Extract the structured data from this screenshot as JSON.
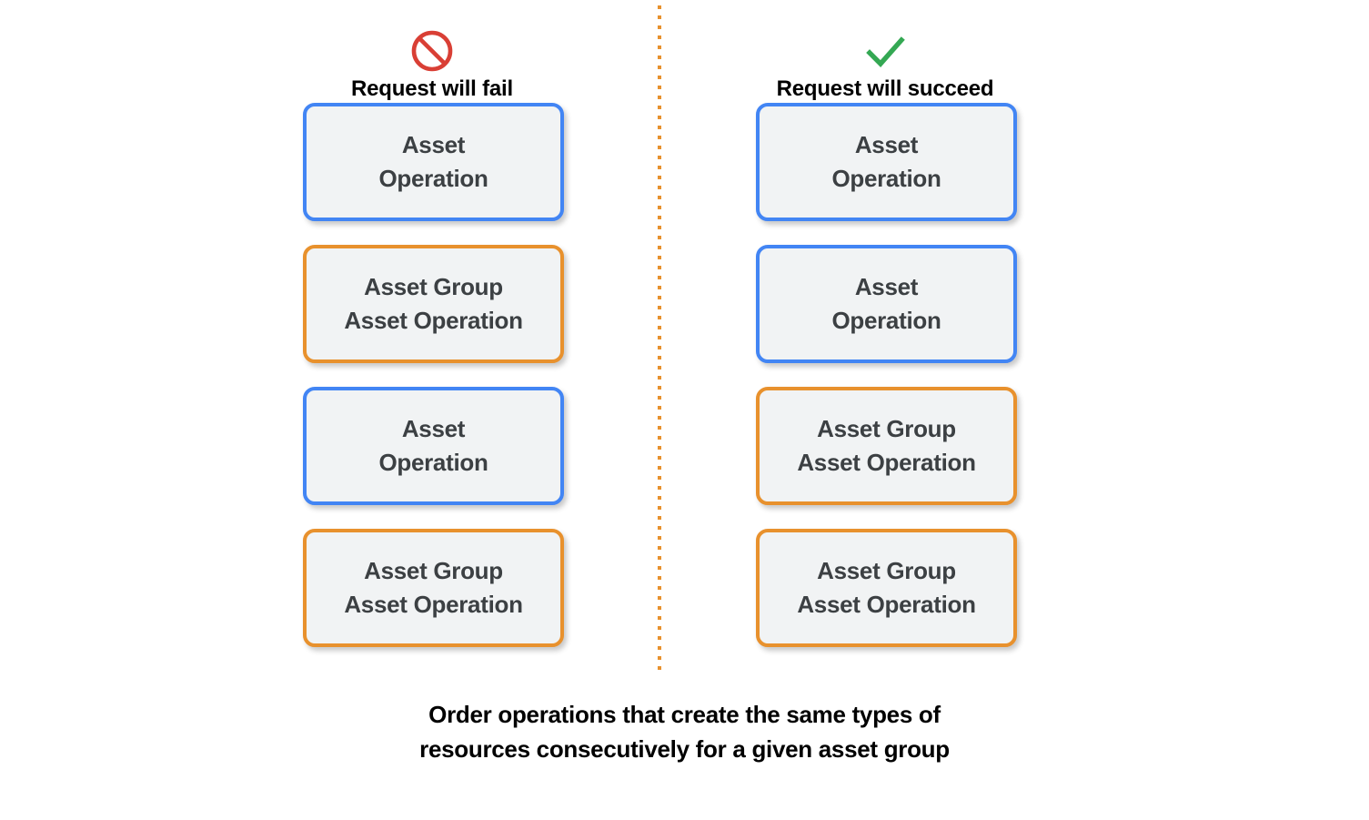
{
  "colors": {
    "background": "#ffffff",
    "box_fill": "#f1f3f4",
    "asset_operation_border": "#4285f4",
    "asset_group_border": "#e8912d",
    "divider": "#e8912d",
    "fail_icon": "#d93f35",
    "success_icon": "#34a853",
    "box_text": "#3c4043",
    "heading_text": "#000000"
  },
  "columns": [
    {
      "id": "fail",
      "icon": "prohibition-icon",
      "heading": "Request will fail",
      "boxes": [
        {
          "label": "Asset\nOperation",
          "type": "asset-operation",
          "border": "#4285f4"
        },
        {
          "label": "Asset Group\nAsset Operation",
          "type": "asset-group-asset-operation",
          "border": "#e8912d"
        },
        {
          "label": "Asset\nOperation",
          "type": "asset-operation",
          "border": "#4285f4"
        },
        {
          "label": "Asset Group\nAsset Operation",
          "type": "asset-group-asset-operation",
          "border": "#e8912d"
        }
      ]
    },
    {
      "id": "succeed",
      "icon": "check-icon",
      "heading": "Request will succeed",
      "boxes": [
        {
          "label": "Asset\nOperation",
          "type": "asset-operation",
          "border": "#4285f4"
        },
        {
          "label": "Asset\nOperation",
          "type": "asset-operation",
          "border": "#4285f4"
        },
        {
          "label": "Asset Group\nAsset Operation",
          "type": "asset-group-asset-operation",
          "border": "#e8912d"
        },
        {
          "label": "Asset Group\nAsset Operation",
          "type": "asset-group-asset-operation",
          "border": "#e8912d"
        }
      ]
    }
  ],
  "caption": "Order operations that create the same types of\nresources consecutively for a given asset group"
}
